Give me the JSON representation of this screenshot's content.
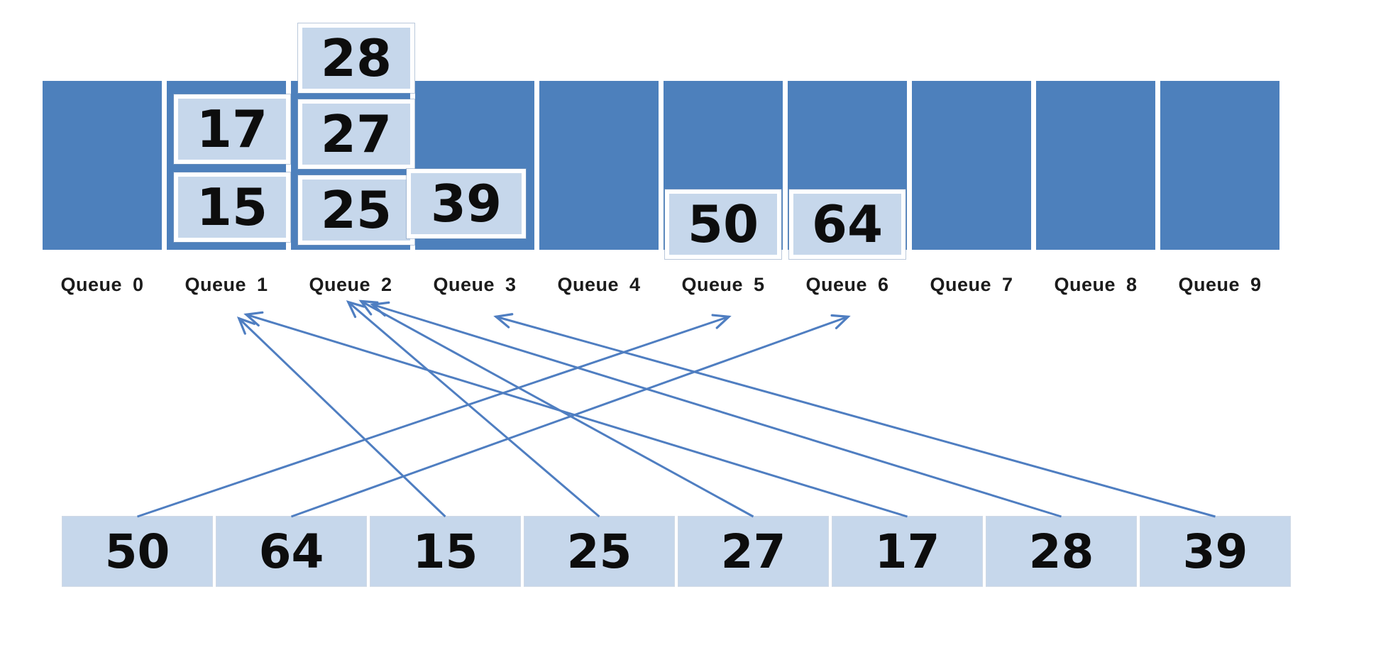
{
  "diagram": {
    "type": "radix-sort-distribution",
    "queues": [
      {
        "label": "Queue 0",
        "items": []
      },
      {
        "label": "Queue 1",
        "items": [
          "15",
          "17"
        ]
      },
      {
        "label": "Queue 2",
        "items": [
          "25",
          "27",
          "28"
        ]
      },
      {
        "label": "Queue 3",
        "items": [
          "39"
        ]
      },
      {
        "label": "Queue 4",
        "items": []
      },
      {
        "label": "Queue 5",
        "items": [
          "50"
        ]
      },
      {
        "label": "Queue 6",
        "items": [
          "64"
        ]
      },
      {
        "label": "Queue 7",
        "items": []
      },
      {
        "label": "Queue 8",
        "items": []
      },
      {
        "label": "Queue 9",
        "items": []
      }
    ],
    "array_items": [
      {
        "value": "50",
        "to_queue": 5
      },
      {
        "value": "64",
        "to_queue": 6
      },
      {
        "value": "15",
        "to_queue": 1
      },
      {
        "value": "25",
        "to_queue": 2
      },
      {
        "value": "27",
        "to_queue": 2
      },
      {
        "value": "17",
        "to_queue": 1
      },
      {
        "value": "28",
        "to_queue": 2
      },
      {
        "value": "39",
        "to_queue": 3
      }
    ],
    "colors": {
      "queue_fill": "#4d80bc",
      "cell_fill": "#c6d7eb",
      "cell_border": "#ffffff",
      "arrow": "#4f7ec1",
      "label_text": "#1b1b1b",
      "digit_text": "#0d0d0d"
    }
  }
}
